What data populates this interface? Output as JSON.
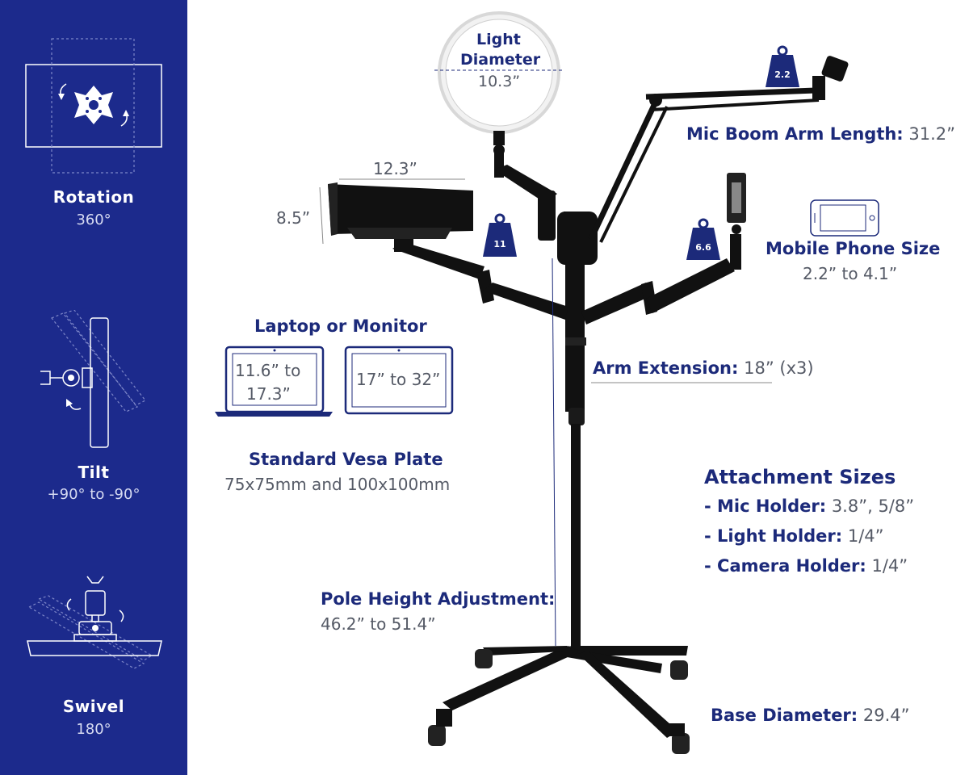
{
  "features": {
    "rotation": {
      "label": "Rotation",
      "value": "360°"
    },
    "tilt": {
      "label": "Tilt",
      "value": "+90° to -90°"
    },
    "swivel": {
      "label": "Swivel",
      "value": "180°"
    }
  },
  "light": {
    "line1": "Light",
    "line2": "Diameter",
    "value": "10.3”"
  },
  "mic_boom": {
    "label": "Mic Boom Arm Length:",
    "value": "31.2”"
  },
  "tray": {
    "width": "12.3”",
    "height": "8.5”"
  },
  "weights": {
    "tray": "11",
    "phone": "6.6",
    "mic": "2.2"
  },
  "phone": {
    "label": "Mobile Phone Size",
    "value": "2.2” to 4.1”"
  },
  "screens": {
    "title": "Laptop or Monitor",
    "laptop_size_line1": "11.6” to",
    "laptop_size_line2": "17.3”",
    "monitor_size": "17” to 32”"
  },
  "arm_extension": {
    "label": "Arm Extension:",
    "value": "18”",
    "multiplier": "(x3)"
  },
  "vesa": {
    "label": "Standard Vesa Plate",
    "value": "75x75mm and 100x100mm"
  },
  "attachments": {
    "title": "Attachment Sizes",
    "items": [
      {
        "label": "- Mic Holder:",
        "value": "3.8”, 5/8”"
      },
      {
        "label": "- Light Holder:",
        "value": "1/4”"
      },
      {
        "label": "- Camera Holder:",
        "value": "1/4”"
      }
    ]
  },
  "pole": {
    "label": "Pole Height Adjustment:",
    "value": "46.2” to 51.4”"
  },
  "base": {
    "label": "Base Diameter:",
    "value": "29.4”"
  }
}
